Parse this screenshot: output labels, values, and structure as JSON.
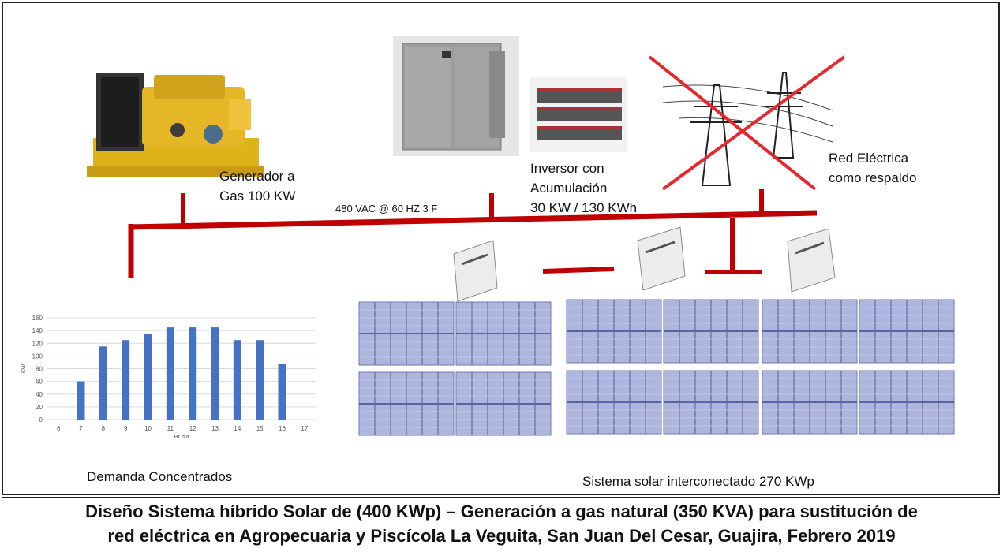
{
  "labels": {
    "generator_line1": "Generador a",
    "generator_line2": "Gas 100 KW",
    "bus": "480 VAC @ 60 HZ 3 F",
    "inverter_line1": "Inversor con",
    "inverter_line2": "Acumulación",
    "inverter_line3": "30 KW / 130 KWh",
    "grid_line1": "Red Eléctrica",
    "grid_line2": "como respaldo",
    "demand": "Demanda Concentrados",
    "solar": "Sistema solar interconectado 270 KWp"
  },
  "caption_line1": "Diseño Sistema híbrido Solar de (400 KWp)  – Generación a gas natural (350 KVA) para sustitución de",
  "caption_line2": "red eléctrica en Agropecuaria y Piscícola La Veguita, San Juan Del Cesar, Guajira, Febrero 2019",
  "colors": {
    "bus": "#c00000",
    "bars": "#4472c4",
    "panel": "#aeb6dd",
    "cross": "#e8262b"
  },
  "chart_data": {
    "type": "bar",
    "categories": [
      "6",
      "7",
      "8",
      "9",
      "10",
      "11",
      "12",
      "13",
      "14",
      "15",
      "16",
      "17"
    ],
    "values": [
      0,
      60,
      115,
      125,
      135,
      145,
      145,
      145,
      125,
      125,
      88,
      0
    ],
    "ylim": [
      0,
      160
    ],
    "yticks": [
      0,
      20,
      40,
      60,
      80,
      100,
      120,
      140,
      160
    ],
    "xlabel": "Hr dia",
    "ylabel": "KW",
    "grid": true
  }
}
